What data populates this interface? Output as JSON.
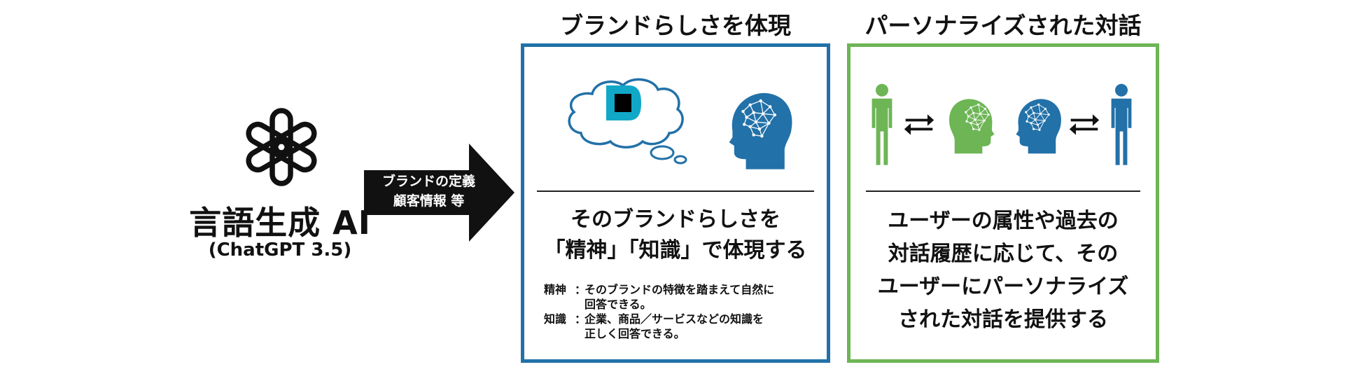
{
  "left": {
    "logo_icon": "openai-logo-icon",
    "title": "言語生成 AI",
    "subtitle": "(ChatGPT 3.5)"
  },
  "arrow": {
    "line1": "ブランドの定義",
    "line2": "顧客情報 等"
  },
  "panel1": {
    "title": "ブランドらしさを体現",
    "border_color": "#2271a8",
    "icons": [
      "thought-bubble-icon",
      "brand-logo-icon",
      "ai-brain-head-icon"
    ],
    "headline_line1": "そのブランドらしさを",
    "headline_line2": "「精神」「知識」で体現する",
    "notes": [
      {
        "term": "精神",
        "colon": "：",
        "line1": "そのブランドの特徴を踏まえて自然に",
        "line2": "回答できる。"
      },
      {
        "term": "知識",
        "colon": "：",
        "line1": "企業、商品／サービスなどの知識を",
        "line2": "正しく回答できる。"
      }
    ]
  },
  "panel2": {
    "title": "パーソナライズされた対話",
    "border_color": "#6db555",
    "icons": [
      "green-person-icon",
      "exchange-arrows-icon",
      "green-ai-head-icon",
      "blue-ai-head-icon",
      "exchange-arrows-icon",
      "blue-person-icon"
    ],
    "headline_lines": [
      "ユーザーの属性や過去の",
      "対話履歴に応じて、その",
      "ユーザーにパーソナライズ",
      "された対話を提供する"
    ]
  },
  "colors": {
    "blue": "#2271a8",
    "green": "#6db555",
    "cyan": "#11a8c8",
    "dark": "#111111"
  }
}
